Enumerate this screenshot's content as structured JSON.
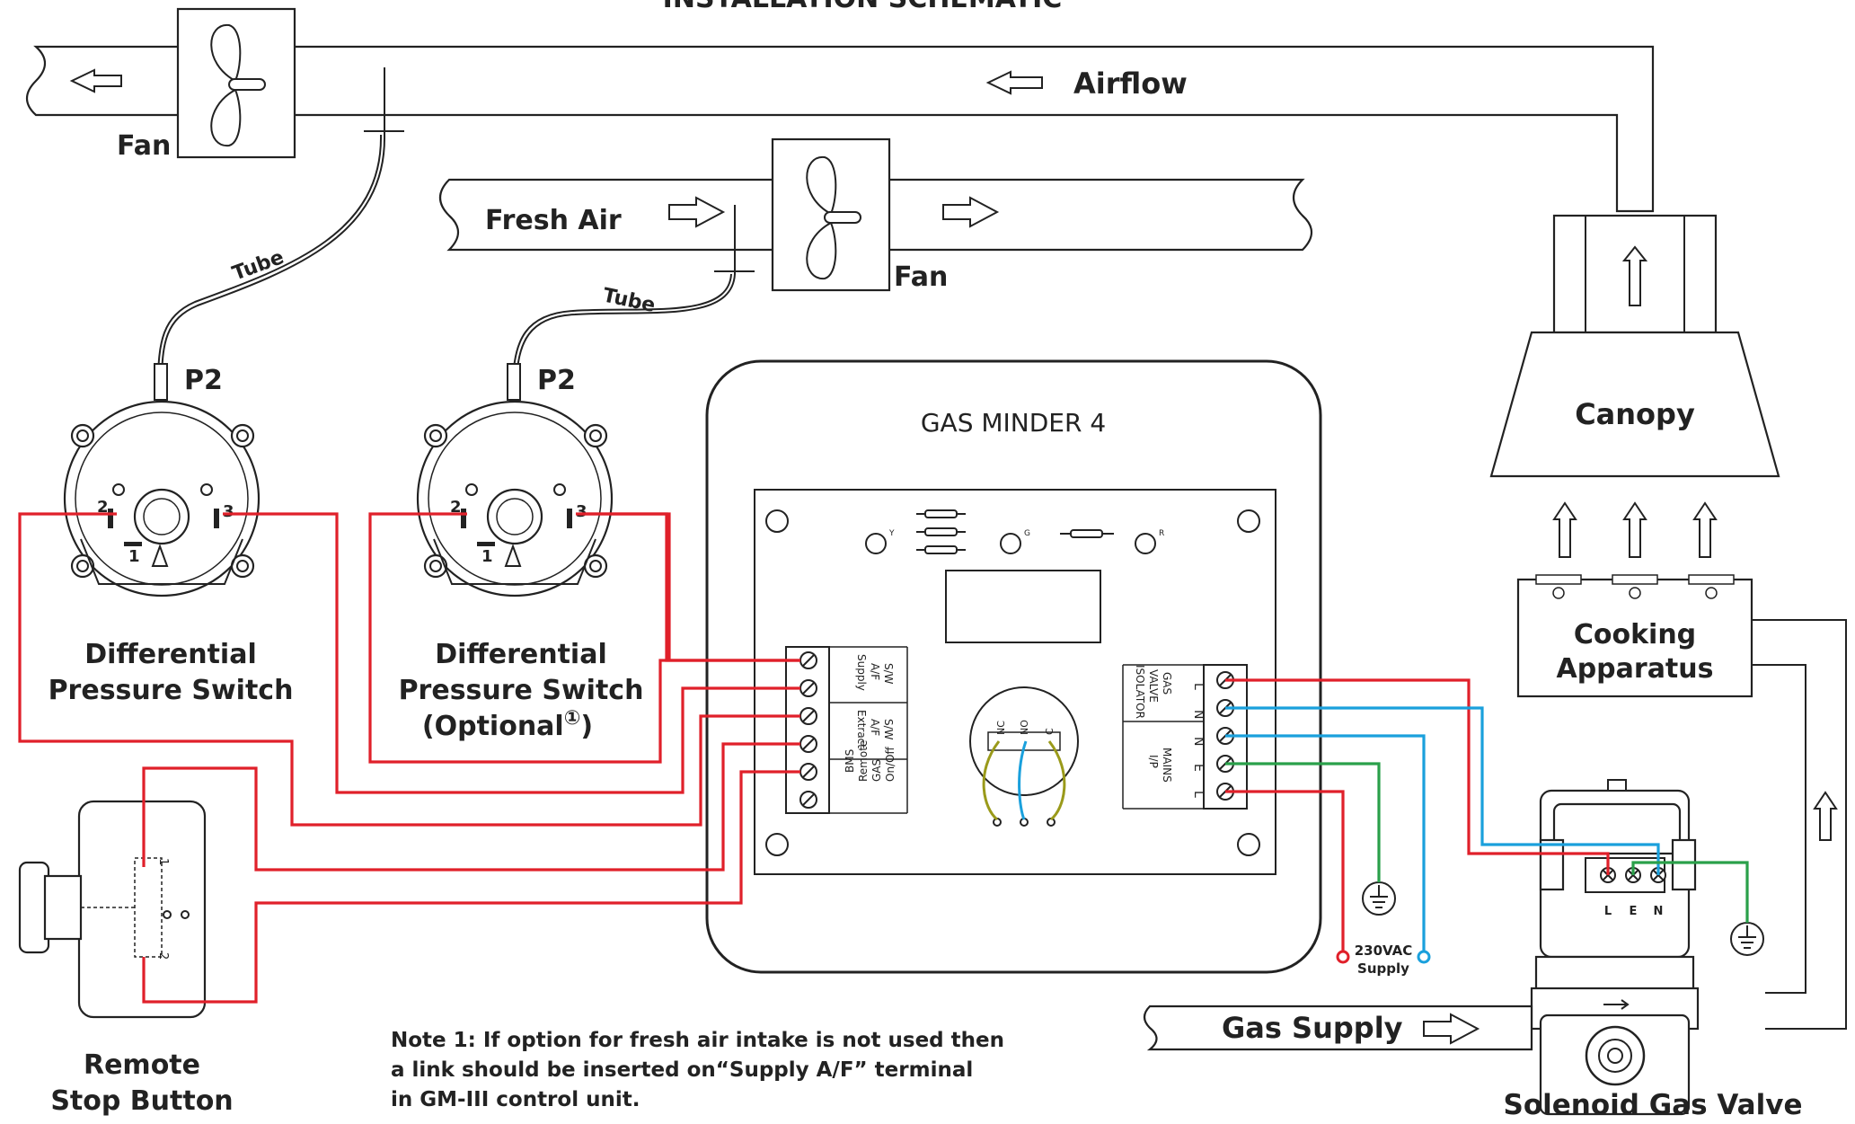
{
  "diagram": {
    "header_partial": "INSTALLATION SCHEMATIC",
    "airflow_label": "Airflow",
    "fresh_air_label": "Fresh Air",
    "fan_label": "Fan",
    "tube_label": "Tube",
    "p2_label": "P2",
    "controller_title": "GAS MINDER 4",
    "canopy_label": "Canopy",
    "cooking_apparatus_line1": "Cooking",
    "cooking_apparatus_line2": "Apparatus",
    "dps_line1": "Differential",
    "dps_line2": "Pressure Switch",
    "dps_optional_line3": "(Optional",
    "optional_marker": "①",
    "optional_close": ")",
    "remote_stop_line1": "Remote",
    "remote_stop_line2": "Stop Button",
    "solenoid_label": "Solenoid Gas Valve",
    "gas_supply_label": "Gas Supply",
    "supply_230_line1": "230VAC",
    "supply_230_line2": "Supply",
    "note_line1": "Note 1: If option for fresh air intake is not used then",
    "note_line2": "a link should be inserted on“Supply A/F” terminal",
    "note_line3": "in GM-III control unit.",
    "terminal_groups_left": [
      {
        "line1": "Supply",
        "line2": "A/F",
        "line3": "S/W"
      },
      {
        "line1": "Extract",
        "line2": "A/F",
        "line3": "S/W"
      },
      {
        "line1": "BMS",
        "line2": "Remote",
        "line3": "GAS",
        "line4": "On/Off"
      }
    ],
    "terminal_groups_right": [
      {
        "line1": "GAS",
        "line2": "VALVE",
        "line3": "ISOLATOR",
        "pins": [
          "L",
          "N"
        ]
      },
      {
        "line1": "MAINS",
        "line2": "I/P",
        "pins": [
          "N",
          "E",
          "L"
        ]
      }
    ],
    "relay_pins": [
      "NC",
      "NO",
      "C"
    ],
    "led_labels": [
      "Y",
      "G",
      "R"
    ],
    "switch_ports": [
      "2",
      "3",
      "1"
    ],
    "stop_contacts": [
      "1",
      "2"
    ],
    "valve_pins": [
      "L",
      "E",
      "N"
    ],
    "colors": {
      "red": "#e0202a",
      "blue": "#1aa0dc",
      "green": "#2aa04a",
      "ink": "#222222"
    }
  }
}
